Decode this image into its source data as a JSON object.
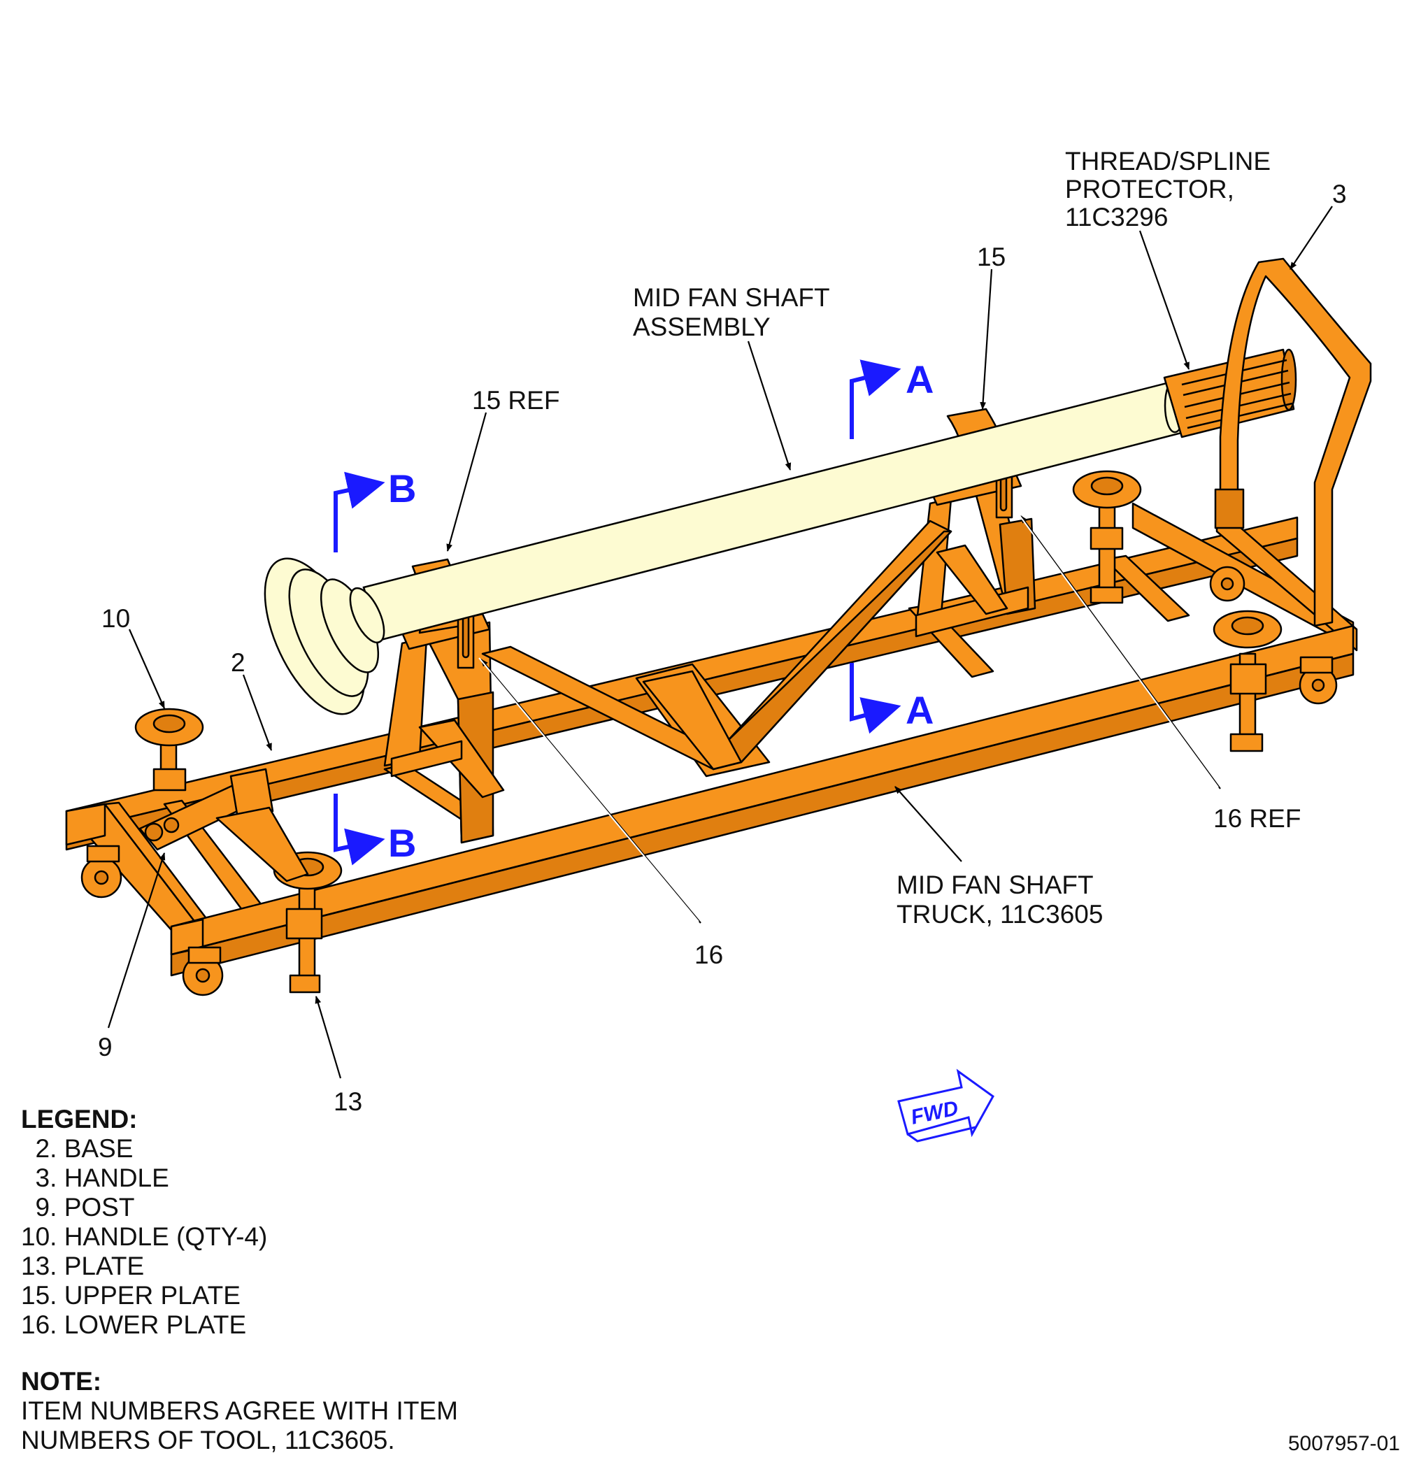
{
  "callouts": {
    "thread_spline": [
      "THREAD/SPLINE",
      "PROTECTOR,",
      "11C3296"
    ],
    "item_3": "3",
    "item_15": "15",
    "mid_fan_shaft_assembly": [
      "MID FAN SHAFT",
      "ASSEMBLY"
    ],
    "item_15_ref": "15 REF",
    "item_10": "10",
    "item_2": "2",
    "item_16_ref": "16 REF",
    "mid_fan_shaft_truck": [
      "MID FAN SHAFT",
      "TRUCK, 11C3605"
    ],
    "item_16": "16",
    "item_9": "9",
    "item_13": "13"
  },
  "sections": {
    "a_top": "A",
    "a_bottom": "A",
    "b_top": "B",
    "b_bottom": "B"
  },
  "fwd_label": "FWD",
  "legend": {
    "title": "LEGEND:",
    "items": [
      "  2. BASE",
      "  3. HANDLE",
      "  9. POST",
      "10. HANDLE (QTY-4)",
      "13. PLATE",
      "15. UPPER PLATE",
      "16. LOWER PLATE"
    ]
  },
  "note": {
    "title": "NOTE:",
    "lines": [
      "ITEM NUMBERS AGREE WITH ITEM",
      "NUMBERS OF TOOL, 11C3605."
    ]
  },
  "figure_id": "5007957-01",
  "colors": {
    "frame": "#f7941d",
    "shaft": "#fdfbd2",
    "section_markers": "#1a1aff"
  }
}
